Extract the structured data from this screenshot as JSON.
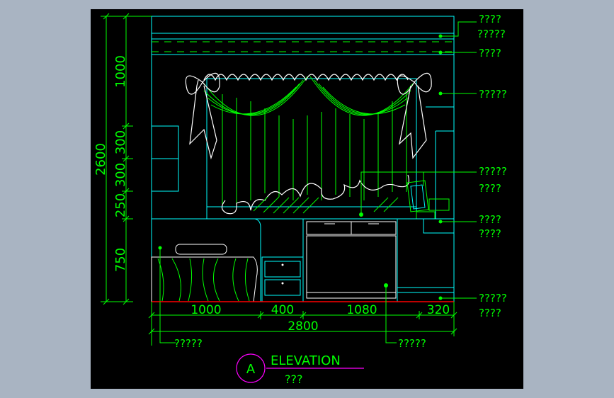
{
  "drawing": {
    "title": "ELEVATION",
    "subtitle": "???",
    "section_marker": "A"
  },
  "dimensions": {
    "vertical": [
      "1000",
      "300",
      "300",
      "250",
      "750"
    ],
    "vertical_total": "2600",
    "horizontal": [
      "1000",
      "400",
      "1080",
      "320"
    ],
    "horizontal_total": "2800"
  },
  "annotations": {
    "right": [
      "????",
      "?????",
      "????",
      "?????",
      "?????",
      "????",
      "????",
      "????",
      "?????",
      "????"
    ],
    "bottom": [
      "?????",
      "?????"
    ]
  },
  "colors": {
    "background": "#000000",
    "outline": "#00ffff",
    "detail": "#00ff00",
    "text": "#00ff00",
    "curtain": "#ffffff",
    "floor": "#ff0000",
    "marker": "#ff00ff"
  }
}
